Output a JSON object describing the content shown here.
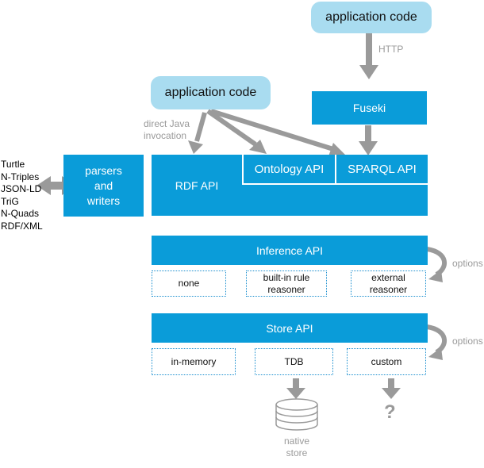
{
  "top_app": "application code",
  "http_label": "HTTP",
  "fuseki": "Fuseki",
  "mid_app": "application code",
  "direct_java": [
    "direct Java",
    "invocation"
  ],
  "formats": [
    "Turtle",
    "N-Triples",
    "JSON-LD",
    "TriG",
    "N-Quads",
    "RDF/XML"
  ],
  "parsers": [
    "parsers",
    "and",
    "writers"
  ],
  "rdf_api": "RDF API",
  "ontology_api": "Ontology API",
  "sparql_api": "SPARQL API",
  "inference_api": "Inference API",
  "inference_options": {
    "none": [
      "none"
    ],
    "builtin": [
      "built-in rule",
      "reasoner"
    ],
    "external": [
      "external",
      "reasoner"
    ]
  },
  "options_label_1": "options",
  "store_api": "Store API",
  "store_options": {
    "in_memory": "in-memory",
    "tdb": "TDB",
    "custom": "custom"
  },
  "options_label_2": "options",
  "native_store": [
    "native",
    "store"
  ],
  "question_mark": "?",
  "colors": {
    "api_blue": "#0a9cd9",
    "bubble": "#a9dcf0",
    "arrow_gray": "#9a9a9a",
    "option_border": "#1b8fcf"
  }
}
